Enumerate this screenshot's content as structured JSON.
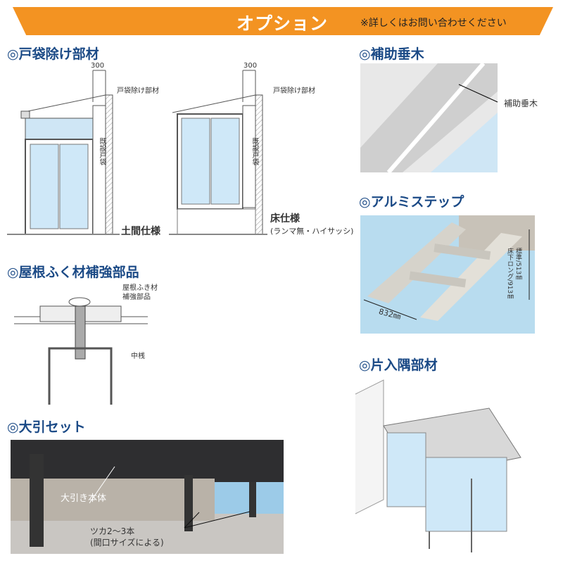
{
  "banner": {
    "title": "オプション",
    "note": "※詳しくはお問い合わせください"
  },
  "sections": {
    "tobukuro": {
      "title": "◎戸袋除け部材",
      "dim": "300",
      "part_label": "戸袋除け部材",
      "existing_label": "既設戸袋",
      "variant1": "土間仕様",
      "variant2_line1": "床仕様",
      "variant2_line2": "(ランマ無・ハイサッシ)"
    },
    "hojo": {
      "title": "◎補助垂木",
      "part_label": "補助垂木"
    },
    "roof": {
      "title": "◎屋根ふく材補強部品",
      "label1_line1": "屋根ふき材",
      "label1_line2": "補強部品",
      "label2": "中桟"
    },
    "step": {
      "title": "◎アルミステップ",
      "width_label": "832㎜",
      "height_line1": "標準/513㎜",
      "height_line2": "床下ロング/913㎜"
    },
    "kata": {
      "title": "◎片入隅部材"
    },
    "obiki": {
      "title": "◎大引セット",
      "label1": "大引き本体",
      "label2_line1": "ツカ2〜3本",
      "label2_line2": "(間口サイズによる)"
    }
  },
  "colors": {
    "accent": "#f39322",
    "heading": "#1b4a86",
    "glass": "#bfe0f5"
  }
}
